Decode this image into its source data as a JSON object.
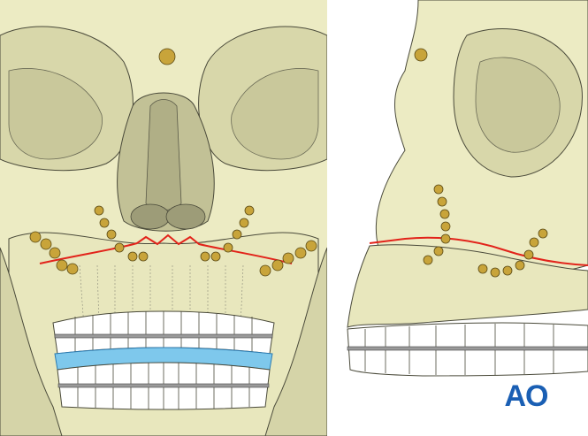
{
  "logo": {
    "text": "AO",
    "color": "#1a5fb4"
  },
  "colors": {
    "bone": "#ecebc3",
    "bone_shadow": "#d5d4a8",
    "plate": "#c8a43a",
    "fracture_line": "#e2231a",
    "splint": "#7ec8ec",
    "outline": "#4a4a3a"
  },
  "icons": [
    "front-skull",
    "lateral-skull",
    "miniplate",
    "screw",
    "arch-bar",
    "ao-logo"
  ]
}
